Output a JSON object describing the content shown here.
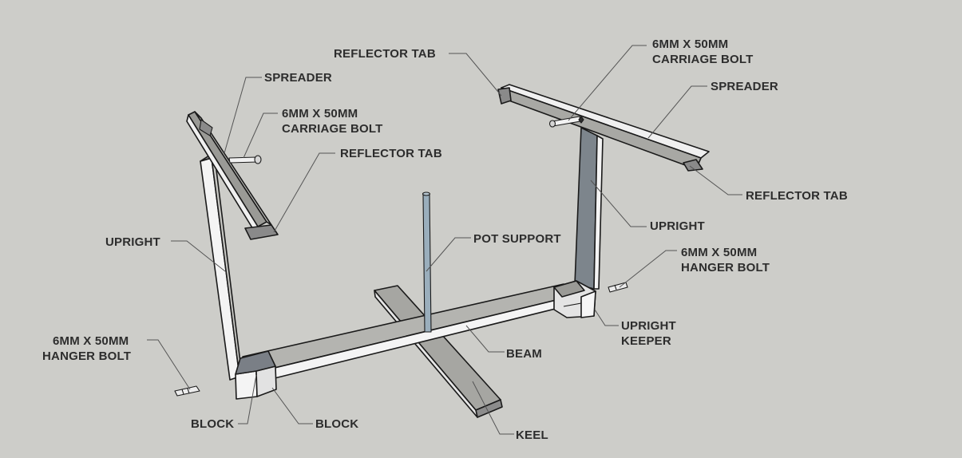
{
  "labels": {
    "spreader_left": "SPREADER",
    "carriage_bolt_left": [
      "6MM X 50MM",
      "CARRIAGE BOLT"
    ],
    "reflector_tab_left": "REFLECTOR TAB",
    "upright_left": "UPRIGHT",
    "hanger_bolt_left": [
      "6MM X 50MM",
      "HANGER BOLT"
    ],
    "block_left": "BLOCK",
    "block_right": "BLOCK",
    "reflector_tab_top": "REFLECTOR TAB",
    "carriage_bolt_right": [
      "6MM X 50MM",
      "CARRIAGE BOLT"
    ],
    "spreader_right": "SPREADER",
    "reflector_tab_right": "REFLECTOR TAB",
    "upright_right": "UPRIGHT",
    "pot_support": "POT SUPPORT",
    "hanger_bolt_right": [
      "6MM X 50MM",
      "HANGER BOLT"
    ],
    "upright_keeper": [
      "UPRIGHT",
      "KEEPER"
    ],
    "beam": "BEAM",
    "keel": "KEEL"
  },
  "colors": {
    "background": "#cdcdc9",
    "wood_top": "#a8a8a4",
    "wood_side": "#f4f4f4",
    "wood_end": "#8a8a8a",
    "upright_dark": "#7d858c",
    "pot_support": "#9aaebc",
    "label_text": "#2d2d2d"
  }
}
